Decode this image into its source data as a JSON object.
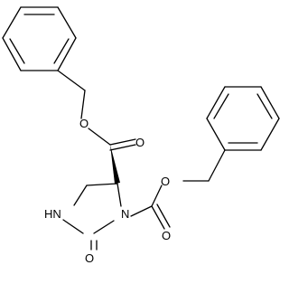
{
  "molecule": {
    "atoms": {
      "o_ester_single": "O",
      "o_ester_carbonyl": "O",
      "n_ring": "N",
      "o_cbz_single": "O",
      "o_cbz_carbonyl": "O",
      "nh_ring": "HN",
      "o_urea": "O"
    },
    "colors": {
      "bond": "#000000",
      "label": "#000000",
      "background": "#ffffff"
    }
  }
}
